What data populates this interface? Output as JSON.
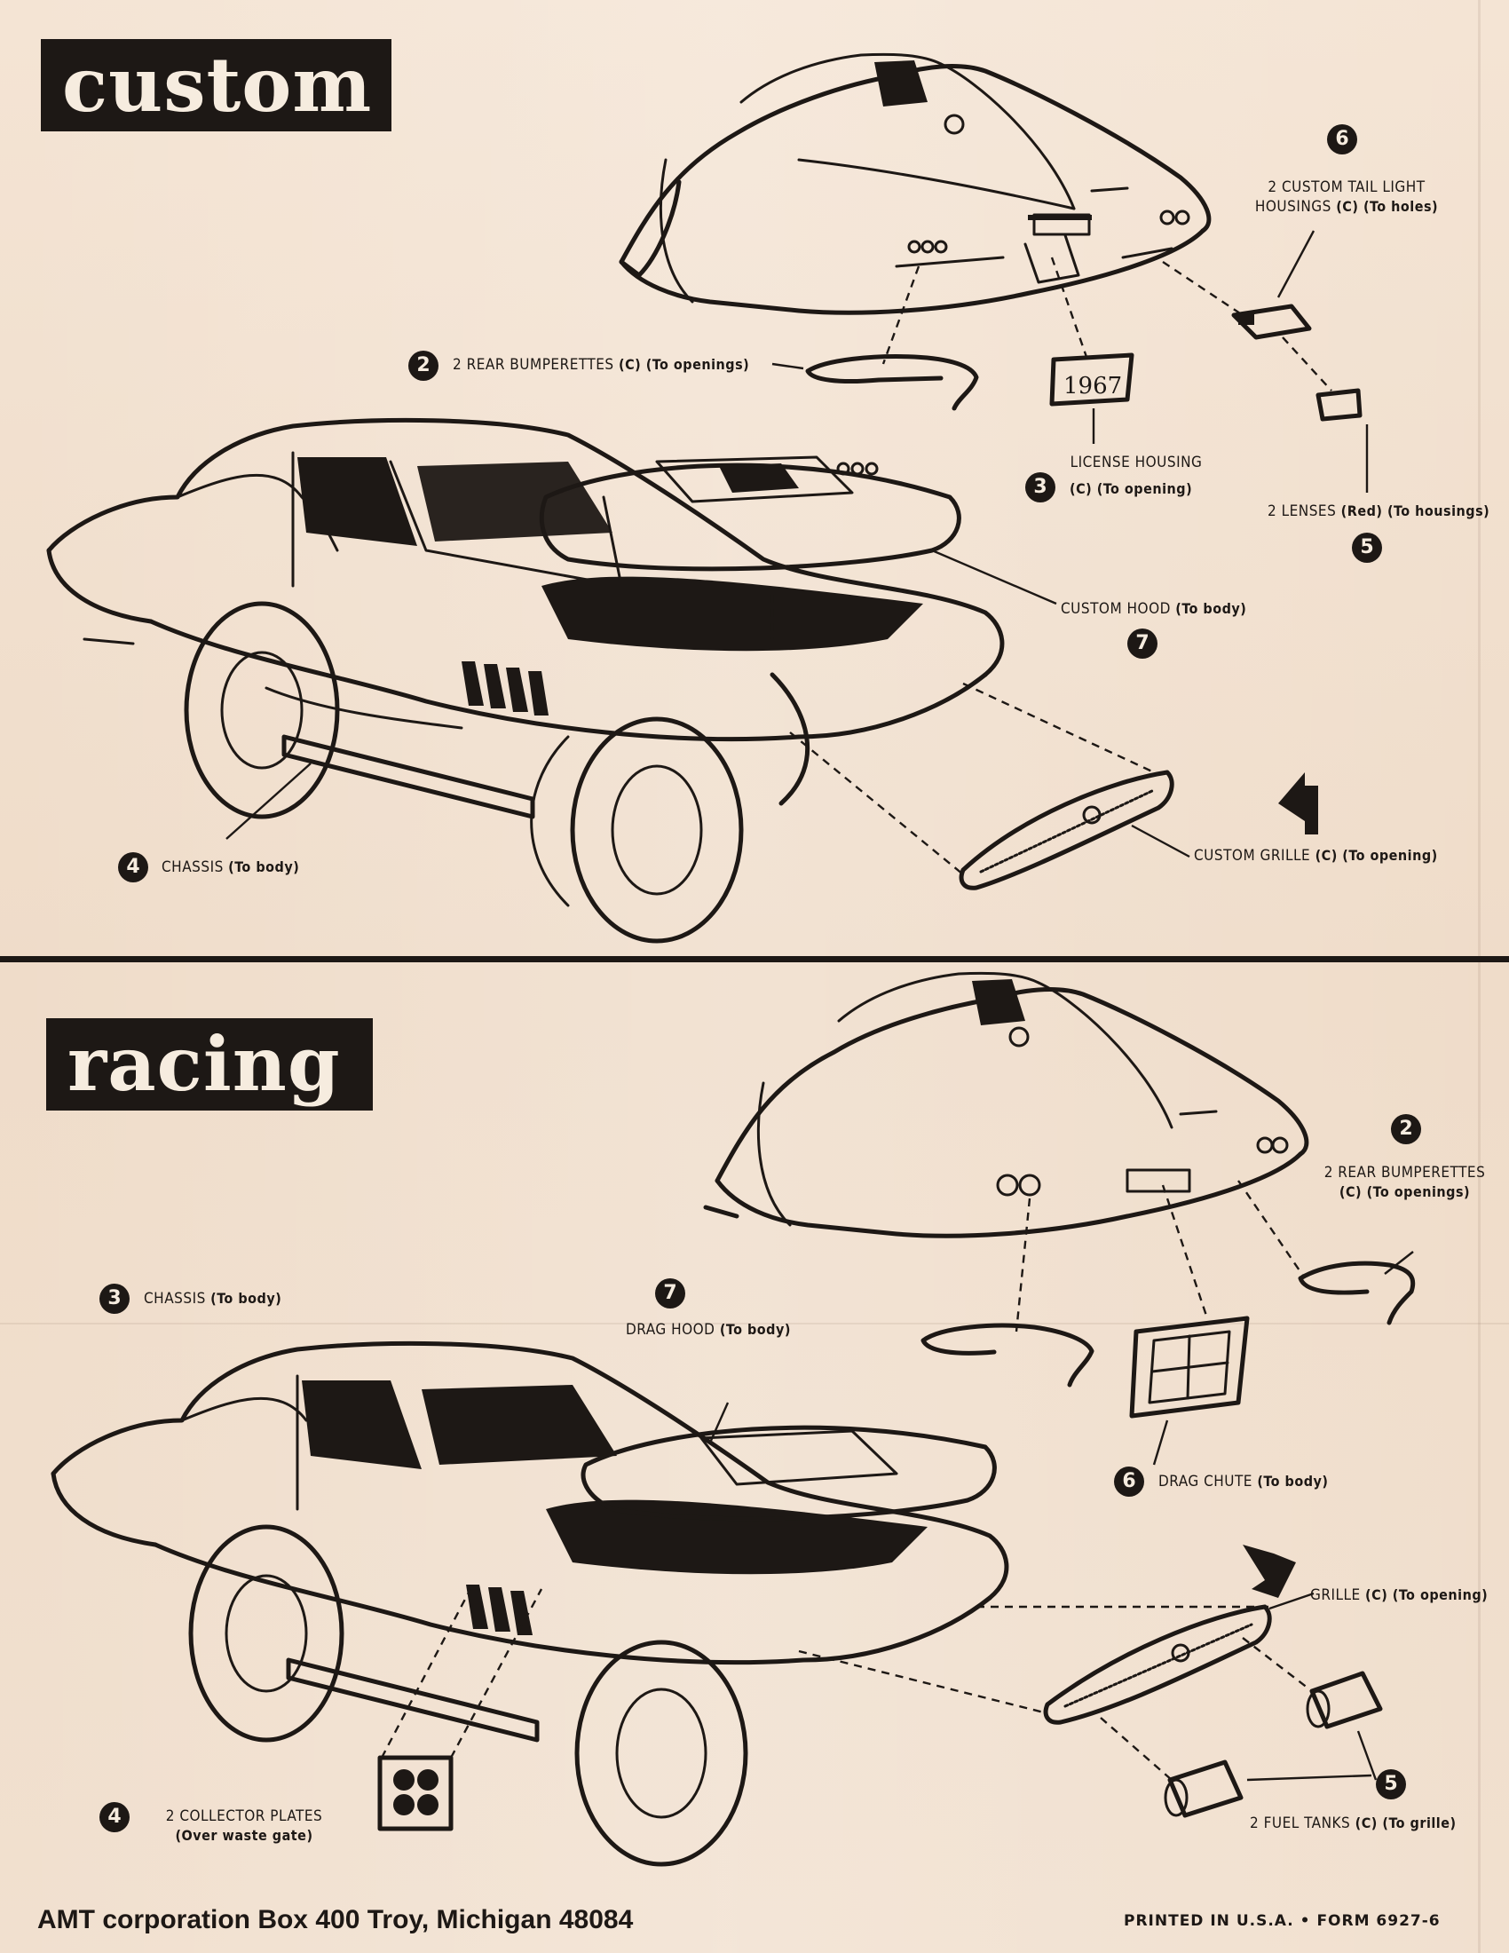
{
  "sections": {
    "custom": {
      "title": "custom",
      "steps": [
        {
          "num": "1",
          "label": "CUSTOM GRILLE",
          "note": "(C) (To opening)"
        },
        {
          "num": "2",
          "label": "2 REAR BUMPERETTES",
          "note": "(C) (To openings)"
        },
        {
          "num": "3",
          "label": "LICENSE HOUSING",
          "note": "(C) (To opening)"
        },
        {
          "num": "4",
          "label": "CHASSIS",
          "note": "(To body)"
        },
        {
          "num": "5",
          "label": "2 LENSES",
          "note": "(Red) (To housings)"
        },
        {
          "num": "6",
          "label_line1": "2 CUSTOM TAIL LIGHT",
          "label_line2": "HOUSINGS",
          "note": "(C) (To holes)"
        },
        {
          "num": "7",
          "label": "CUSTOM HOOD",
          "note": "(To body)"
        }
      ],
      "plate_text": "1967"
    },
    "racing": {
      "title": "racing",
      "steps": [
        {
          "num": "1",
          "label": "GRILLE",
          "note": "(C) (To opening)"
        },
        {
          "num": "2",
          "label": "2 REAR BUMPERETTES",
          "note": "(C) (To openings)"
        },
        {
          "num": "3",
          "label": "CHASSIS",
          "note": "(To body)"
        },
        {
          "num": "4",
          "label": "2 COLLECTOR PLATES",
          "note": "(Over waste gate)"
        },
        {
          "num": "5",
          "label": "2 FUEL TANKS",
          "note": "(C) (To grille)"
        },
        {
          "num": "6",
          "label": "DRAG CHUTE",
          "note": "(To body)"
        },
        {
          "num": "7",
          "label": "DRAG HOOD",
          "note": "(To body)"
        }
      ]
    }
  },
  "footer": {
    "company": "AMT corporation Box 400 Troy, Michigan 48084",
    "printed": "PRINTED IN U.S.A.",
    "bullet": "•",
    "form": "FORM 6927-6"
  },
  "colors": {
    "ink": "#1d1815",
    "paper": "#f2e2d2"
  }
}
